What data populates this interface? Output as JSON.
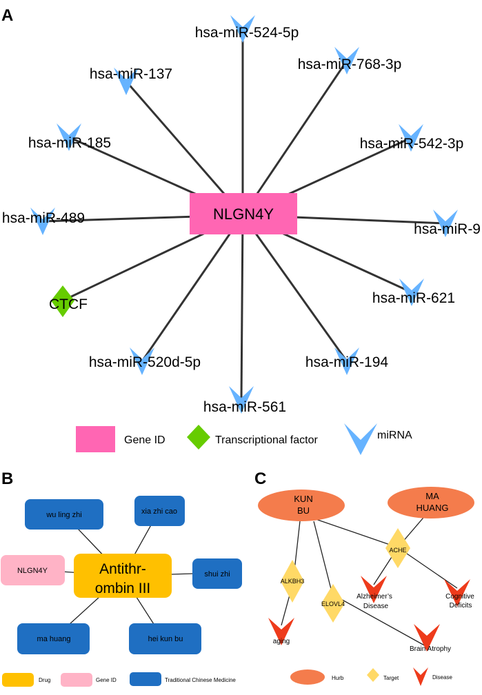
{
  "panel_a": {
    "letter": "A",
    "center": {
      "label": "NLGN4Y",
      "color": "#ff66b3"
    },
    "nodes": [
      {
        "label": "hsa-miR-524-5p",
        "type": "miRNA"
      },
      {
        "label": "hsa-miR-137",
        "type": "miRNA"
      },
      {
        "label": "hsa-miR-768-3p",
        "type": "miRNA"
      },
      {
        "label": "hsa-miR-185",
        "type": "miRNA"
      },
      {
        "label": "hsa-miR-542-3p",
        "type": "miRNA"
      },
      {
        "label": "hsa-miR-489",
        "type": "miRNA"
      },
      {
        "label": "hsa-miR-9",
        "type": "miRNA"
      },
      {
        "label": "CTCF",
        "type": "Transcriptional factor"
      },
      {
        "label": "hsa-miR-621",
        "type": "miRNA"
      },
      {
        "label": "hsa-miR-520d-5p",
        "type": "miRNA"
      },
      {
        "label": "hsa-miR-194",
        "type": "miRNA"
      },
      {
        "label": "hsa-miR-561",
        "type": "miRNA"
      }
    ],
    "legend": [
      {
        "label": "Gene ID",
        "shape": "rect",
        "color": "#ff66b3"
      },
      {
        "label": "Transcriptional factor",
        "shape": "diamond",
        "color": "#66cc00"
      },
      {
        "label": "miRNA",
        "shape": "chevron",
        "color": "#66b3ff"
      }
    ]
  },
  "panel_b": {
    "letter": "B",
    "center": {
      "label_line1": "Antithr-",
      "label_line2": "ombin III",
      "color": "#ffc000"
    },
    "nodes": [
      {
        "label": "wu ling zhi",
        "type": "Traditional Chinese Medicine"
      },
      {
        "label": "xia zhi cao",
        "type": "Traditional Chinese Medicine"
      },
      {
        "label": "NLGN4Y",
        "type": "Gene ID"
      },
      {
        "label": "shui zhi",
        "type": "Traditional Chinese Medicine"
      },
      {
        "label": "ma huang",
        "type": "Traditional Chinese Medicine"
      },
      {
        "label": "hei kun bu",
        "type": "Traditional Chinese Medicine"
      }
    ],
    "legend": [
      {
        "label": "Drug",
        "color": "#ffc000"
      },
      {
        "label": "Gene ID",
        "color": "#ffb3c6"
      },
      {
        "label": "Traditional Chinese Medicine",
        "color": "#1f6fc2"
      }
    ]
  },
  "panel_c": {
    "letter": "C",
    "herbs": [
      {
        "line1": "KUN",
        "line2": "BU"
      },
      {
        "line1": "MA",
        "line2": "HUANG"
      }
    ],
    "targets": [
      "ACHE",
      "ALKBH3",
      "ELOVL4"
    ],
    "diseases": [
      {
        "line1": "Alzheimer’s",
        "line2": "Disease"
      },
      {
        "line1": "Cognitive",
        "line2": "Deficits"
      },
      {
        "line1": "aging",
        "line2": ""
      },
      {
        "line1": "Brain Atrophy",
        "line2": ""
      }
    ],
    "legend": [
      {
        "label": "Hurb",
        "color": "#f47c4c"
      },
      {
        "label": "Target",
        "color": "#ffd966"
      },
      {
        "label": "Disease",
        "color": "#ee3b1b"
      }
    ]
  }
}
